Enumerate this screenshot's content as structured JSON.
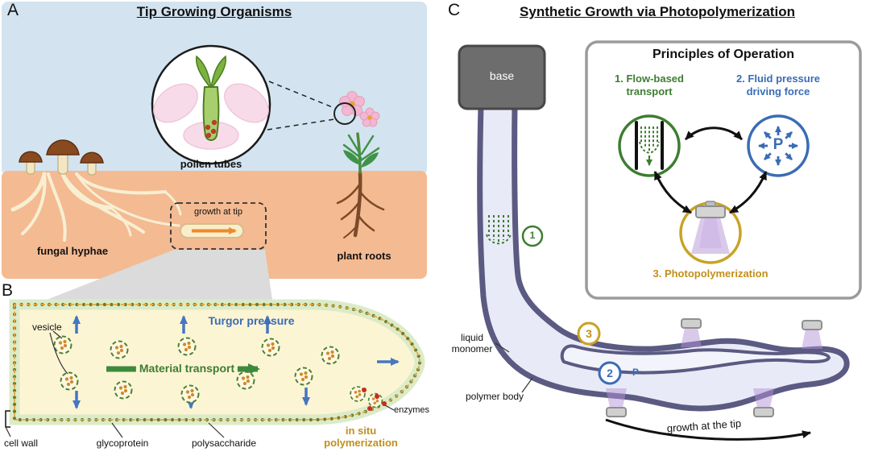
{
  "figure": {
    "panel_a": {
      "letter": "A",
      "title": "Tip Growing Organisms",
      "pollen_tubes_label": "pollen tubes",
      "fungal_hyphae_label": "fungal hyphae",
      "plant_roots_label": "plant roots",
      "growth_at_tip_label": "growth at tip"
    },
    "panel_b": {
      "letter": "B",
      "vesicle_label": "vesicle",
      "turgor_pressure_label": "Turgor pressure",
      "material_transport_label": "Material transport",
      "cell_wall_label": "cell wall",
      "glycoprotein_label": "glycoprotein",
      "polysaccharide_label": "polysaccharide",
      "enzymes_label": "enzymes",
      "in_situ_label_line1": "in situ",
      "in_situ_label_line2": "polymerization"
    },
    "panel_c": {
      "letter": "C",
      "title": "Synthetic Growth via Photopolymerization",
      "base_label": "base",
      "step_1": "1",
      "step_2": "2",
      "step_3": "3",
      "pressure_symbol": "P",
      "liquid_monomer_line1": "liquid",
      "liquid_monomer_line2": "monomer",
      "polymer_body_label": "polymer body",
      "growth_at_tip_label": "growth at the tip",
      "inset": {
        "title": "Principles of Operation",
        "item1_line1": "1. Flow-based",
        "item1_line2": "transport",
        "item2_line1": "2. Fluid pressure",
        "item2_line2": "driving force",
        "item3": "3. Photopolymerization",
        "pressure_symbol": "P"
      }
    },
    "colors": {
      "flow_green": "#3e7d32",
      "pressure_blue": "#3a6cb5",
      "photo_gold": "#c18f1a",
      "sky_blue": "#d3e4f0",
      "soil_orange": "#f4ba92",
      "tube_outline": "#5a5a82",
      "tube_fill": "#e9eaf7",
      "cell_fill": "#fcf5d4"
    }
  }
}
